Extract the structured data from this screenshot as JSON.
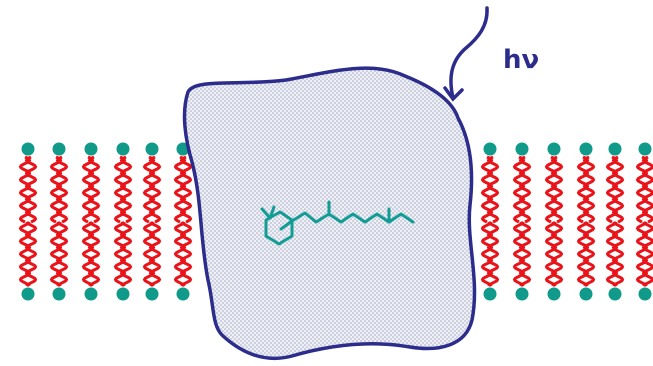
{
  "photon_label": "hν",
  "colors": {
    "lipid_head": "#0f9a8a",
    "lipid_tail": "#e8141a",
    "protein_outline": "#2c2c8c",
    "protein_fill": "#d6d9e6",
    "retinal": "#119c95",
    "arrow": "#2c2c8c"
  },
  "icons": {
    "membrane": "lipid-bilayer",
    "protein": "membrane-protein-blob",
    "chromophore": "retinal-molecule",
    "photon": "light-arrow"
  }
}
